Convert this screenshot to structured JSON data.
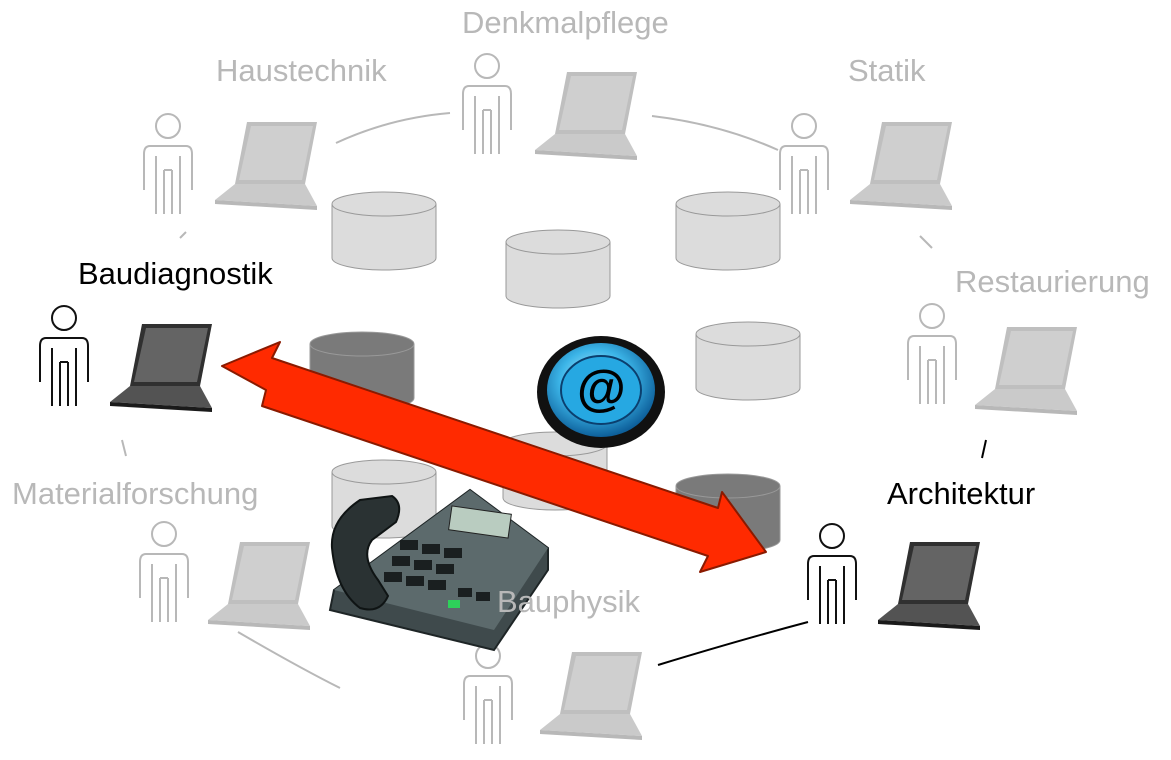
{
  "colors": {
    "faded": "#b8b8b8",
    "active": "#000000",
    "arrow": "#ff2a00",
    "db_light": "#dcdcdc",
    "db_dark": "#7a7a7a",
    "email_ring": "#1e9bd7"
  },
  "email_badge": {
    "symbol": "@",
    "icon": "email-at-icon"
  },
  "nodes": [
    {
      "id": "denkmalpflege",
      "label": "Denkmalpflege",
      "active": false
    },
    {
      "id": "haustechnik",
      "label": "Haustechnik",
      "active": false
    },
    {
      "id": "statik",
      "label": "Statik",
      "active": false
    },
    {
      "id": "baudiagnostik",
      "label": "Baudiagnostik",
      "active": true
    },
    {
      "id": "restaurierung",
      "label": "Restaurierung",
      "active": false
    },
    {
      "id": "materialforschung",
      "label": "Materialforschung",
      "active": false
    },
    {
      "id": "architektur",
      "label": "Architektur",
      "active": true
    },
    {
      "id": "bauphysik",
      "label": "Bauphysik",
      "active": false
    }
  ],
  "connection": {
    "from": "baudiagnostik",
    "to": "architektur",
    "type": "double-arrow"
  },
  "phone": {
    "icon": "desk-phone-icon"
  }
}
